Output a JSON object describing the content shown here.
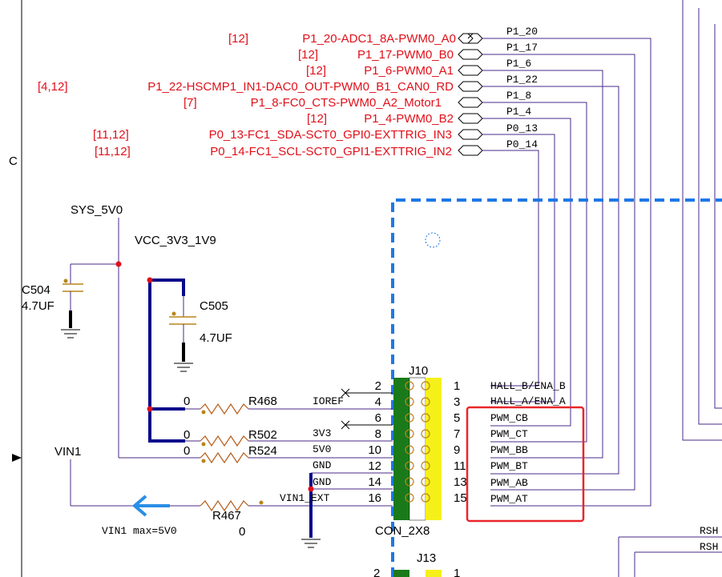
{
  "zone_label": "C",
  "net_labels": [
    {
      "ref": "[12]",
      "name": "P1_20-ADC1_8A-PWM0_A0",
      "net": "P1_20"
    },
    {
      "ref": "[12]",
      "name": "P1_17-PWM0_B0",
      "net": "P1_17"
    },
    {
      "ref": "[12]",
      "name": "P1_6-PWM0_A1",
      "net": "P1_6"
    },
    {
      "ref": "[4,12]",
      "name": "P1_22-HSCMP1_IN1-DAC0_OUT-PWM0_B1_CAN0_RD",
      "net": "P1_22"
    },
    {
      "ref": "[7]",
      "name": "P1_8-FC0_CTS-PWM0_A2_Motor1",
      "net": "P1_8"
    },
    {
      "ref": "[12]",
      "name": "P1_4-PWM0_B2",
      "net": "P1_4"
    },
    {
      "ref": "[11,12]",
      "name": "P0_13-FC1_SDA-SCT0_GPI0-EXTTRIG_IN3",
      "net": "P0_13"
    },
    {
      "ref": "[11,12]",
      "name": "P0_14-FC1_SCL-SCT0_GPI1-EXTTRIG_IN2",
      "net": "P0_14"
    }
  ],
  "power": {
    "sys": "SYS_5V0",
    "vcc": "VCC_3V3_1V9",
    "vin": "VIN1",
    "vin_note": "VIN1 max=5V0"
  },
  "caps": [
    {
      "ref": "C504",
      "value": "4.7UF"
    },
    {
      "ref": "C505",
      "value": "4.7UF"
    }
  ],
  "resistors": [
    {
      "ref": "R468",
      "value": "0"
    },
    {
      "ref": "R502",
      "value": "0"
    },
    {
      "ref": "R524",
      "value": "0"
    },
    {
      "ref": "R467",
      "value": "0"
    }
  ],
  "connector": {
    "ref": "J10",
    "part": "CON_2X8",
    "left_pins": [
      "2",
      "4",
      "6",
      "8",
      "10",
      "12",
      "14",
      "16"
    ],
    "right_pins": [
      "1",
      "3",
      "5",
      "7",
      "9",
      "11",
      "13",
      "15"
    ],
    "left_nets": [
      "",
      "IOREF",
      "",
      "3V3",
      "5V0",
      "GND",
      "GND",
      "VIN1_EXT"
    ],
    "right_nets": [
      "HALL_B/ENA_B",
      "HALL_A/ENA_A",
      "PWM_CB",
      "PWM_CT",
      "PWM_BB",
      "PWM_BT",
      "PWM_AB",
      "PWM_AT"
    ]
  },
  "connector2": {
    "ref": "J13",
    "left_pin": "2",
    "right_pin": "1"
  },
  "right_edge": [
    "RSH",
    "RSH"
  ],
  "colors": {
    "net_text": "#e0101a",
    "wire": "#4b2a8a",
    "bus": "#0a0a8c",
    "dashed_box": "#1e78e6",
    "highlight": "#e8262a",
    "arrow": "#2a8ee6"
  }
}
